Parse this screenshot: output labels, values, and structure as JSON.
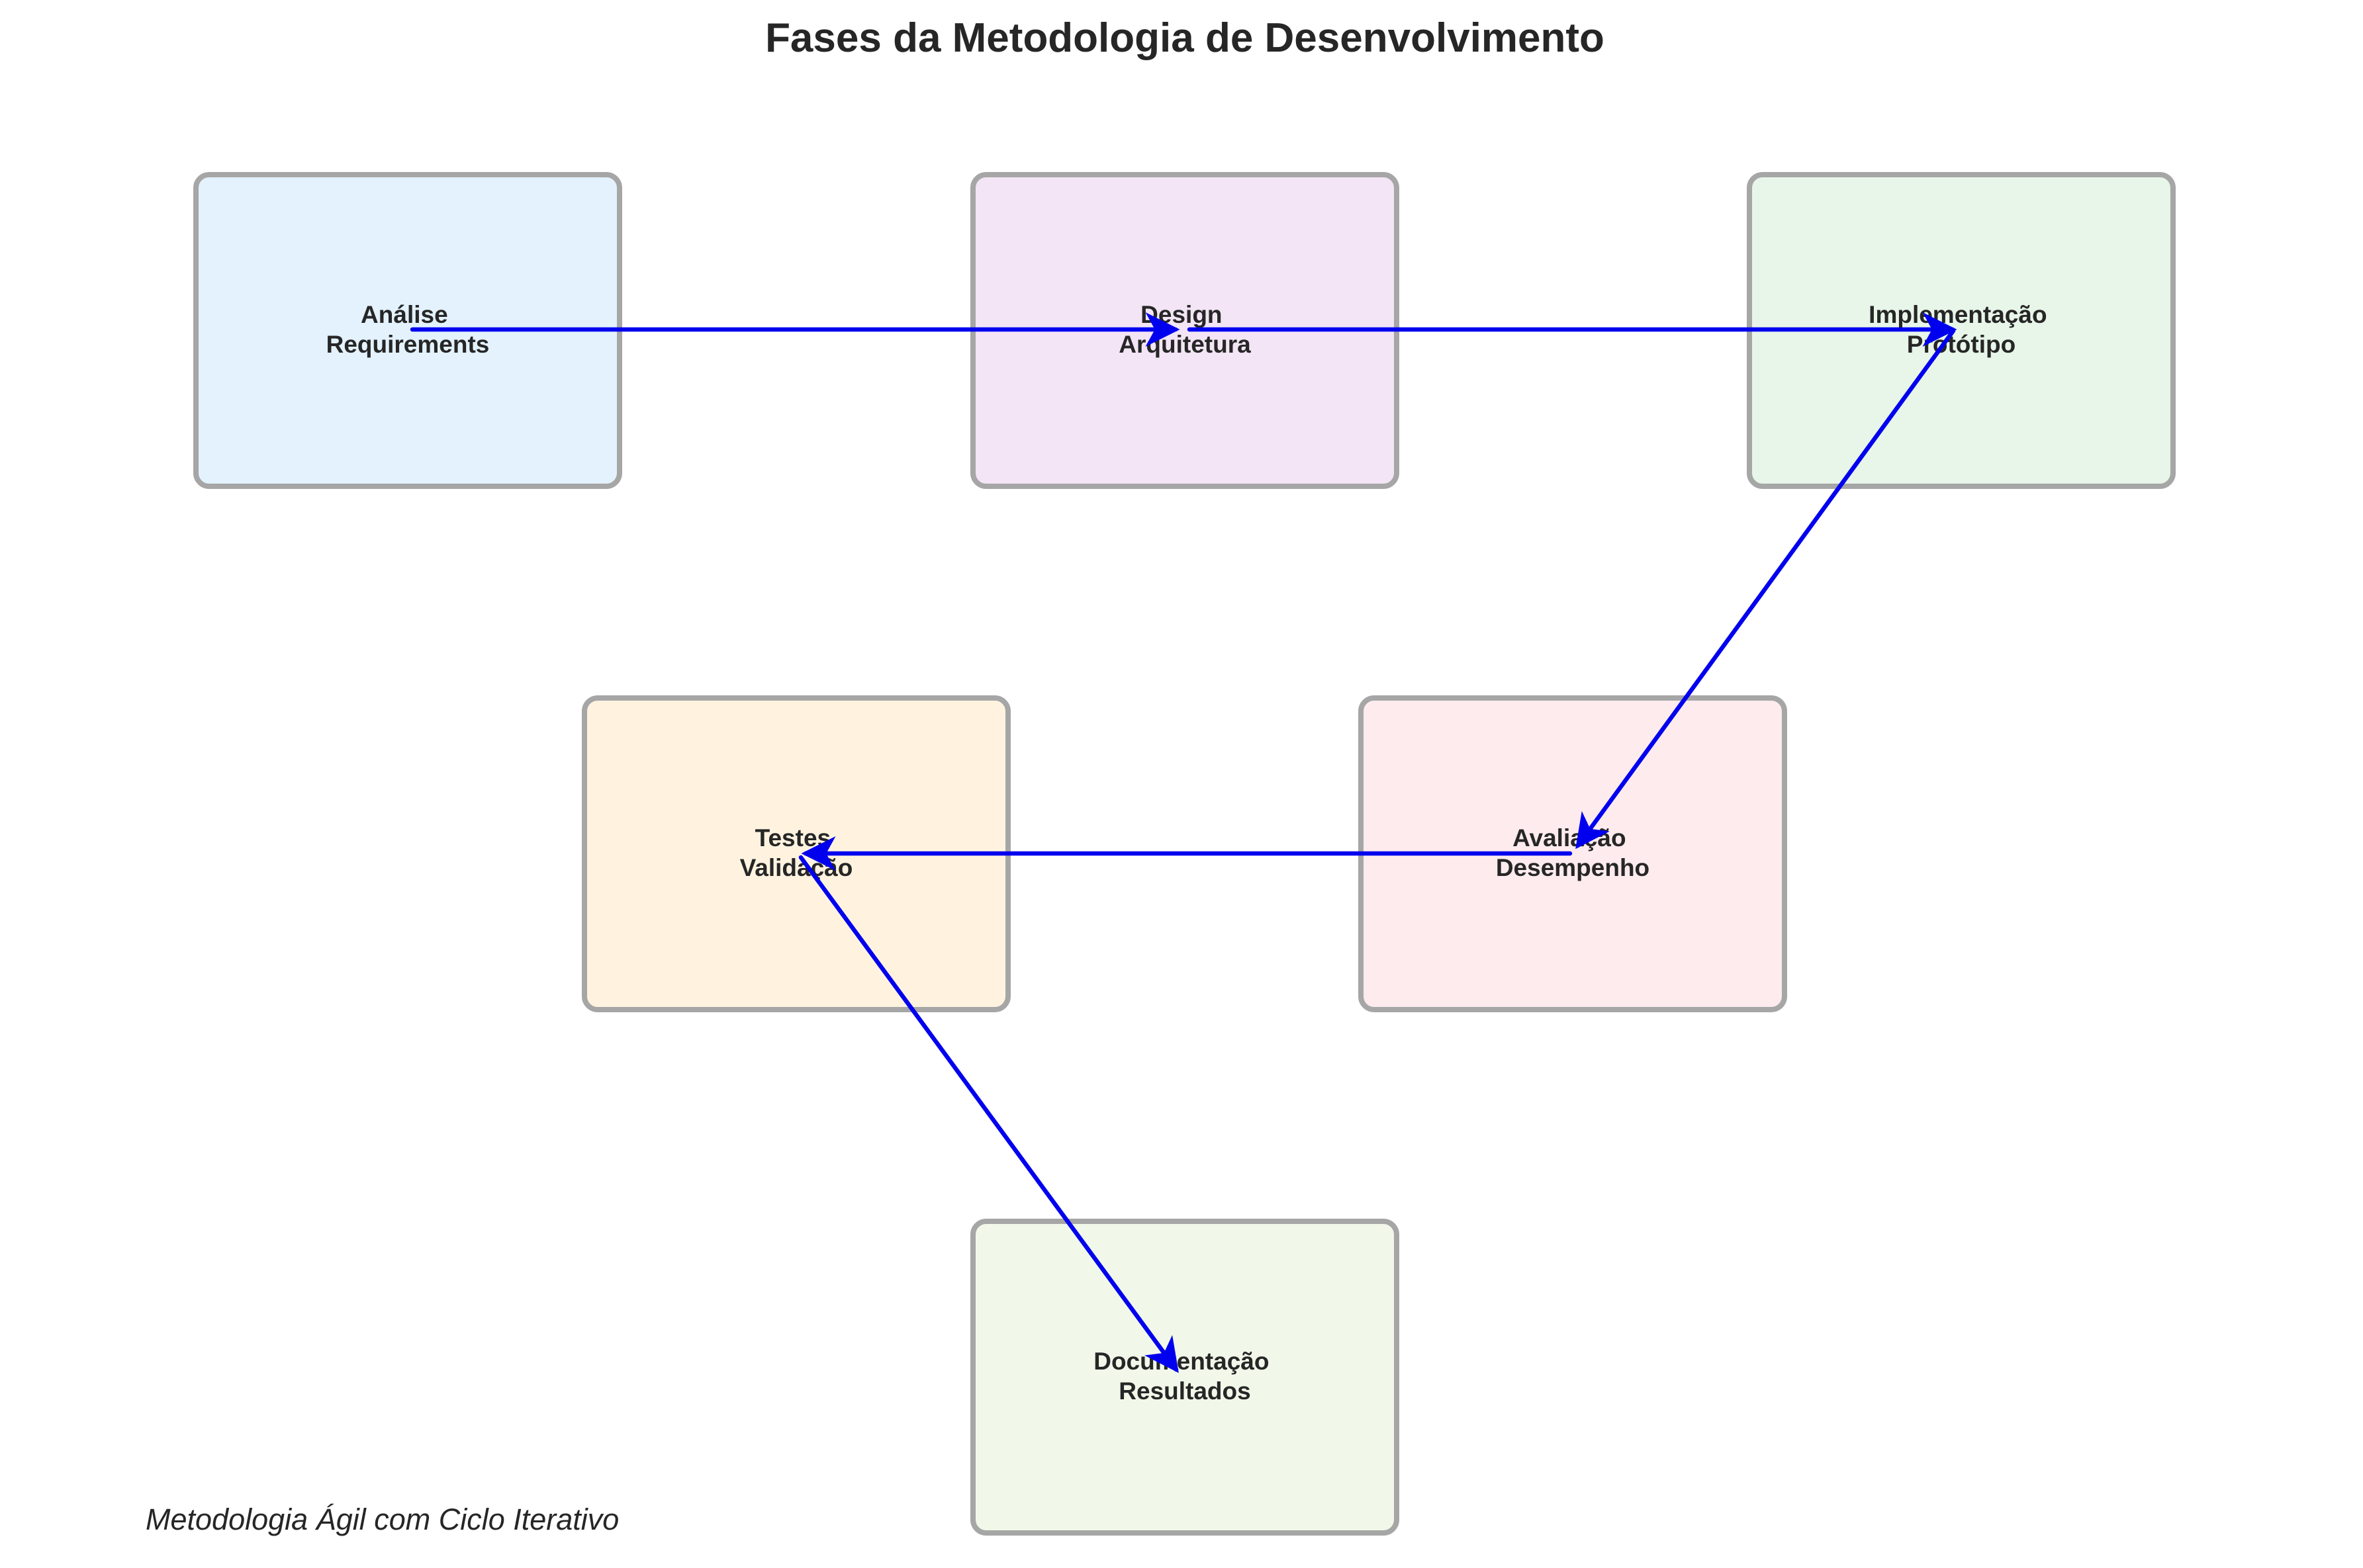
{
  "title": "Fases da Metodologia de Desenvolvimento",
  "footer": "Metodologia Ágil com Ciclo Iterativo",
  "colors": {
    "arrow": "#0000ee",
    "box_border": "#a6a6a6",
    "text": "#262626"
  },
  "phases": [
    {
      "line1": "Análise",
      "line2": "Requirements",
      "fill": "#e3f2fd"
    },
    {
      "line1": "Design",
      "line2": "Arquitetura",
      "fill": "#f3e5f5"
    },
    {
      "line1": "Implementação",
      "line2": "Protótipo",
      "fill": "#e8f5e9"
    },
    {
      "line1": "Avaliação",
      "line2": "Desempenho",
      "fill": "#fdebee"
    },
    {
      "line1": "Testes",
      "line2": "Validação",
      "fill": "#fff3e0"
    },
    {
      "line1": "Documentação",
      "line2": "Resultados",
      "fill": "#f1f8e9"
    }
  ],
  "flow": [
    {
      "from": "Análise",
      "to": "Design"
    },
    {
      "from": "Design",
      "to": "Implementação"
    },
    {
      "from": "Implementação",
      "to": "Avaliação"
    },
    {
      "from": "Avaliação",
      "to": "Testes"
    },
    {
      "from": "Testes",
      "to": "Documentação"
    }
  ]
}
